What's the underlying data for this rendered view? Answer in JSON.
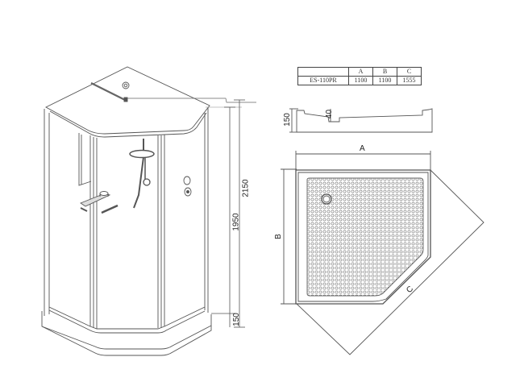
{
  "spec_table": {
    "headers": [
      "",
      "A",
      "B",
      "C"
    ],
    "rows": [
      {
        "model": "ES-110PR",
        "A": "1100",
        "B": "1100",
        "C": "1555"
      }
    ]
  },
  "elevation_view": {
    "dimensions": {
      "total_height": "2150",
      "cabin_height": "1950",
      "tray_height": "150"
    }
  },
  "tray_profile": {
    "dimensions": {
      "tray_height": "150",
      "step_depth": "40"
    }
  },
  "plan_view": {
    "labels": {
      "width": "A",
      "depth": "B",
      "diagonal": "C"
    }
  },
  "colors": {
    "line": "#555555",
    "background": "#ffffff"
  }
}
